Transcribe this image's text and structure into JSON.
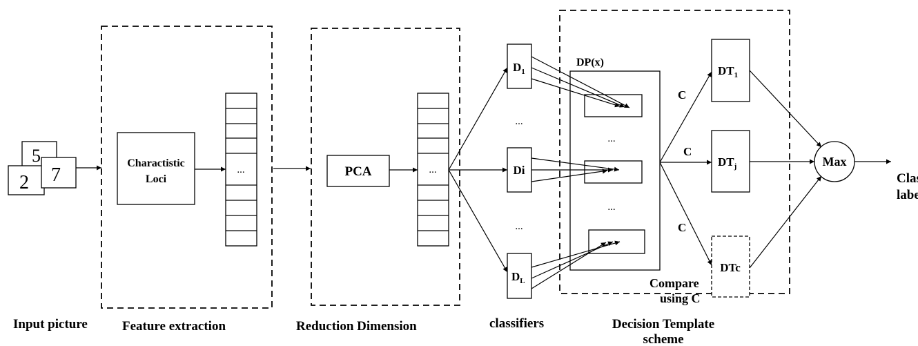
{
  "labels": {
    "input_picture": "Input picture",
    "feature_extraction": "Feature extraction",
    "reduction_dimension": "Reduction Dimension",
    "classifiers": "classifiers",
    "decision_template_l1": "Decision Template",
    "decision_template_l2": "scheme",
    "compare_l1": "Compare",
    "compare_l2": "using C",
    "class_label_l1": "Class",
    "class_label_l2": "label"
  },
  "nodes": {
    "charactistic_l1": "Charactistic",
    "charactistic_l2": "Loci",
    "pca": "PCA",
    "feature_vector_dots": "...",
    "pca_vector_dots": "...",
    "d1": "D",
    "d1_sub": "1",
    "di": "Di",
    "dl": "D",
    "dl_sub": "L",
    "dots_classifiers_top": "...",
    "dots_classifiers_bottom": "...",
    "dp": "DP(x)",
    "dots_dp_top": "...",
    "dots_dp_bottom": "...",
    "c_top": "C",
    "c_mid": "C",
    "c_bottom": "C",
    "dt1": "DT",
    "dt1_sub": "1",
    "dtj": "DT",
    "dtj_sub": "j",
    "dtc": "DTc",
    "max": "Max"
  },
  "digits": {
    "top": "5",
    "bottom_left": "2",
    "bottom_right": "7"
  }
}
